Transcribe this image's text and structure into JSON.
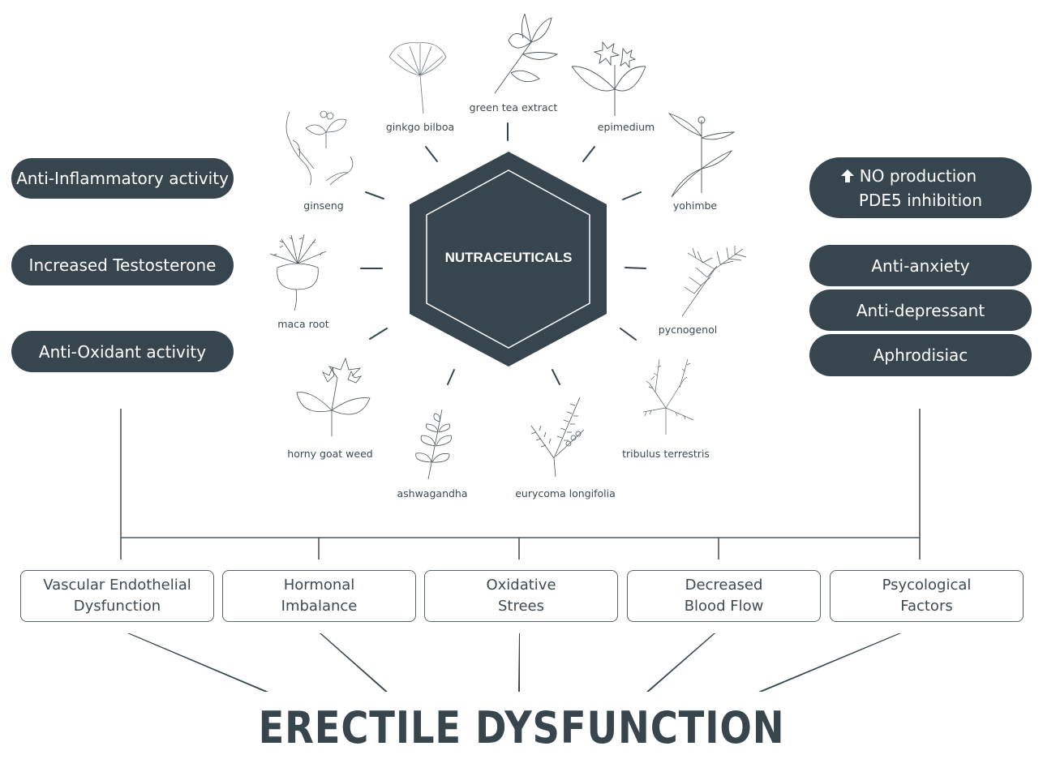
{
  "center": {
    "label": "NUTRACEUTICALS",
    "color": "#37464e"
  },
  "title": "ERECTILE DYSFUNCTION",
  "left_effects": [
    {
      "label": "Anti-Inflammatory activity"
    },
    {
      "label": "Increased Testosterone"
    },
    {
      "label": "Anti-Oxidant activity"
    }
  ],
  "right_effects": {
    "mechanism": {
      "icon": "up-arrow-icon",
      "line1": "NO production",
      "line2": "PDE5 inhibition"
    },
    "items": [
      {
        "label": "Anti-anxiety"
      },
      {
        "label": "Anti-depressant"
      },
      {
        "label": "Aphrodisiac"
      }
    ]
  },
  "plants": [
    {
      "name": "ginkgo bilboa",
      "icon": "ginkgo-leaf-icon"
    },
    {
      "name": "green tea extract",
      "icon": "tea-branch-icon"
    },
    {
      "name": "epimedium",
      "icon": "epimedium-flower-icon"
    },
    {
      "name": "yohimbe",
      "icon": "yohimbe-plant-icon"
    },
    {
      "name": "pycnogenol",
      "icon": "pine-branch-icon"
    },
    {
      "name": "tribulus terrestris",
      "icon": "tribulus-plant-icon"
    },
    {
      "name": "eurycoma longifolia",
      "icon": "fern-leaf-icon"
    },
    {
      "name": "ashwagandha",
      "icon": "ashwagandha-sprig-icon"
    },
    {
      "name": "horny goat weed",
      "icon": "goat-weed-flower-icon"
    },
    {
      "name": "maca root",
      "icon": "maca-root-icon"
    },
    {
      "name": "ginseng",
      "icon": "ginseng-root-icon"
    }
  ],
  "causes": [
    {
      "line1": "Vascular Endothelial",
      "line2": "Dysfunction"
    },
    {
      "line1": "Hormonal",
      "line2": "Imbalance"
    },
    {
      "line1": "Oxidative",
      "line2": "Strees"
    },
    {
      "line1": "Decreased",
      "line2": "Blood Flow"
    },
    {
      "line1": "Psycological",
      "line2": "Factors"
    }
  ]
}
